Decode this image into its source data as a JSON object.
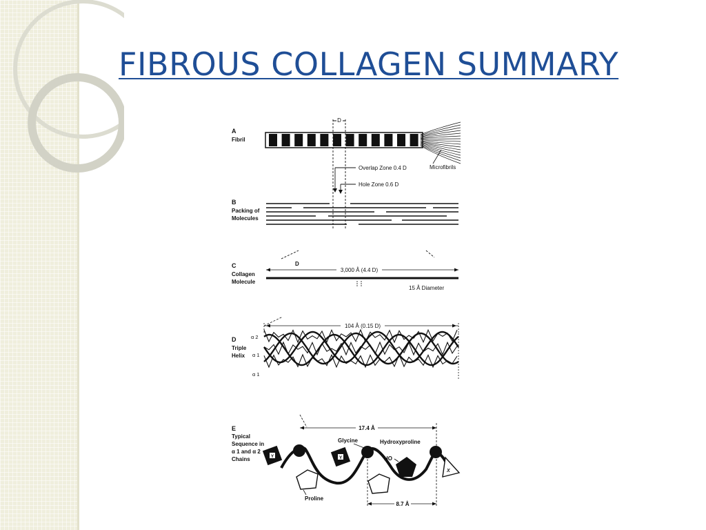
{
  "slide": {
    "title": "FIBROUS COLLAGEN SUMMARY"
  },
  "diagram": {
    "panel_a": {
      "letter": "A",
      "label": "Fibril",
      "d_marker": "D",
      "microfibrils": "Microfibrils",
      "overlap_zone": "Overlap Zone 0.4 D",
      "hole_zone": "Hole Zone 0.6 D"
    },
    "panel_b": {
      "letter": "B",
      "label_line1": "Packing of",
      "label_line2": "Molecules"
    },
    "panel_c": {
      "letter": "C",
      "label_line1": "Collagen",
      "label_line2": "Molecule",
      "d_marker": "D",
      "length": "3,000 Å (4.4 D)",
      "diameter": "15 Å Diameter"
    },
    "panel_d": {
      "letter": "D",
      "label_line1": "Triple",
      "label_line2": "Helix",
      "pitch": "104 Å (0.15 D)",
      "chains": [
        "α 2",
        "α 1",
        "α 1"
      ]
    },
    "panel_e": {
      "letter": "E",
      "label_line1": "Typical",
      "label_line2": "Sequence in",
      "label_line3": "α 1 and α 2",
      "label_line4": "Chains",
      "period": "17.4 Å",
      "glycine": "Glycine",
      "hydroxyproline": "Hydroxyproline",
      "ho": "HO",
      "proline": "Proline",
      "spacing": "8.7 Å",
      "residue_y": "Y",
      "residue_x": "X"
    }
  }
}
